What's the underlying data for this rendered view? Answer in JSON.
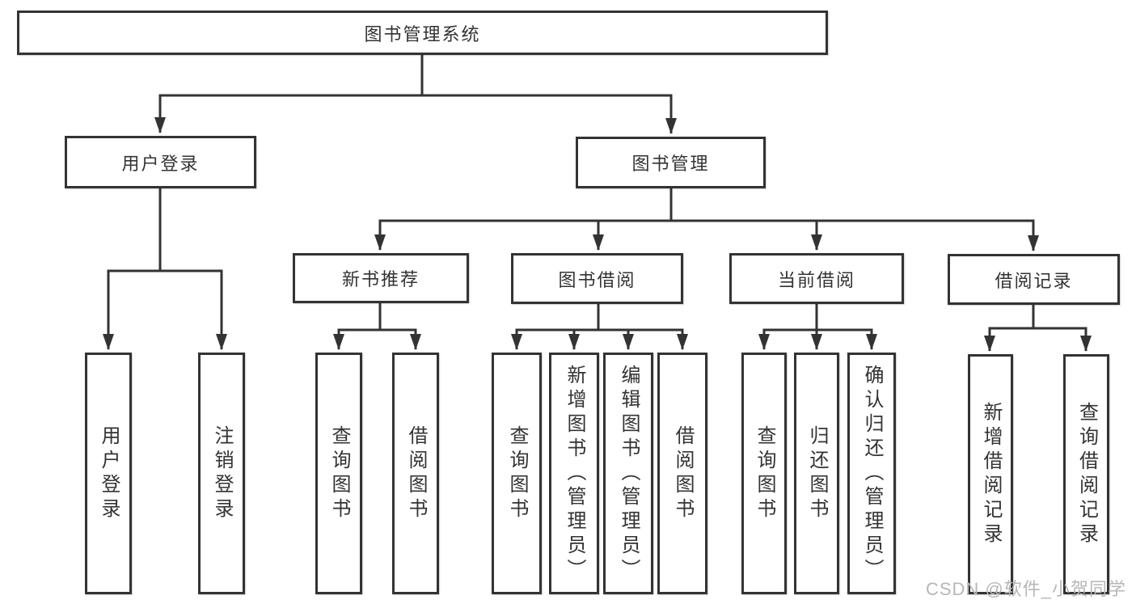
{
  "diagram": {
    "root": {
      "label": "图书管理系统"
    },
    "branches": [
      {
        "label": "用户登录",
        "children": [
          {
            "label": "用户登录"
          },
          {
            "label": "注销登录"
          }
        ]
      },
      {
        "label": "图书管理",
        "children": [
          {
            "label": "新书推荐",
            "children": [
              {
                "label": "查询图书"
              },
              {
                "label": "借阅图书"
              }
            ]
          },
          {
            "label": "图书借阅",
            "children": [
              {
                "label": "查询图书"
              },
              {
                "label": "新增图书（管理员）"
              },
              {
                "label": "编辑图书（管理员）"
              },
              {
                "label": "借阅图书"
              }
            ]
          },
          {
            "label": "当前借阅",
            "children": [
              {
                "label": "查询图书"
              },
              {
                "label": "归还图书"
              },
              {
                "label": "确认归还（管理员）"
              }
            ]
          },
          {
            "label": "借阅记录",
            "children": [
              {
                "label": "新增借阅记录"
              },
              {
                "label": "查询借阅记录"
              }
            ]
          }
        ]
      }
    ],
    "watermark": "CSDN @软件_小贺同学",
    "colors": {
      "line": "#333333",
      "text": "#333333",
      "watermark": "#b7b7b7",
      "background": "#ffffff"
    }
  }
}
